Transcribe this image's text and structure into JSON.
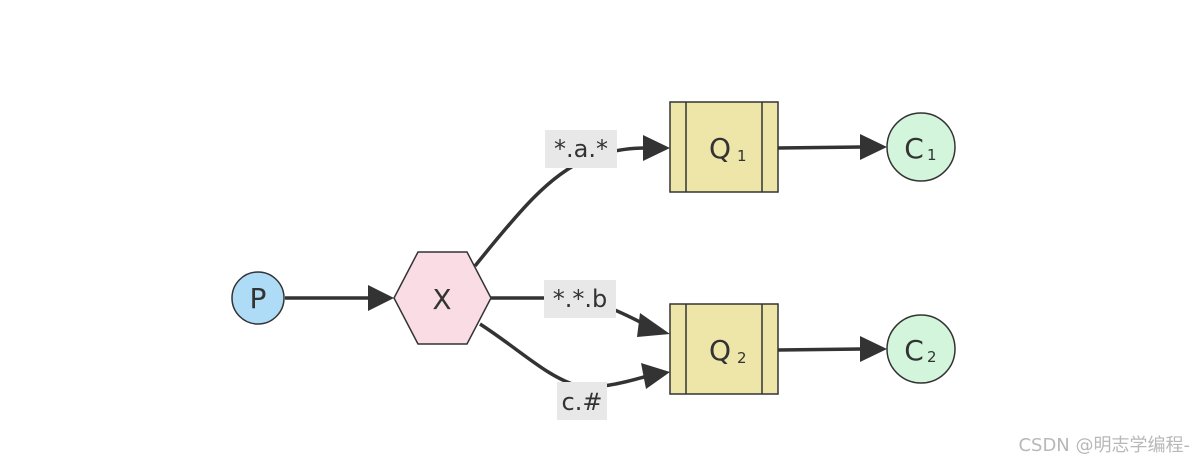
{
  "nodes": {
    "producer": {
      "label": "P",
      "color": "#aedcf7"
    },
    "exchange": {
      "label": "X",
      "color": "#fadce4"
    },
    "queue1": {
      "label": "Q",
      "sub": "1",
      "color": "#eee6a9"
    },
    "queue2": {
      "label": "Q",
      "sub": "2",
      "color": "#eee6a9"
    },
    "consumer1": {
      "label": "C",
      "sub": "1",
      "color": "#d2f5dc"
    },
    "consumer2": {
      "label": "C",
      "sub": "2",
      "color": "#d2f5dc"
    }
  },
  "bindings": [
    {
      "label": "*.a.*"
    },
    {
      "label": "*.*.b"
    },
    {
      "label": "c.#"
    }
  ],
  "watermark": "CSDN @明志学编程-"
}
